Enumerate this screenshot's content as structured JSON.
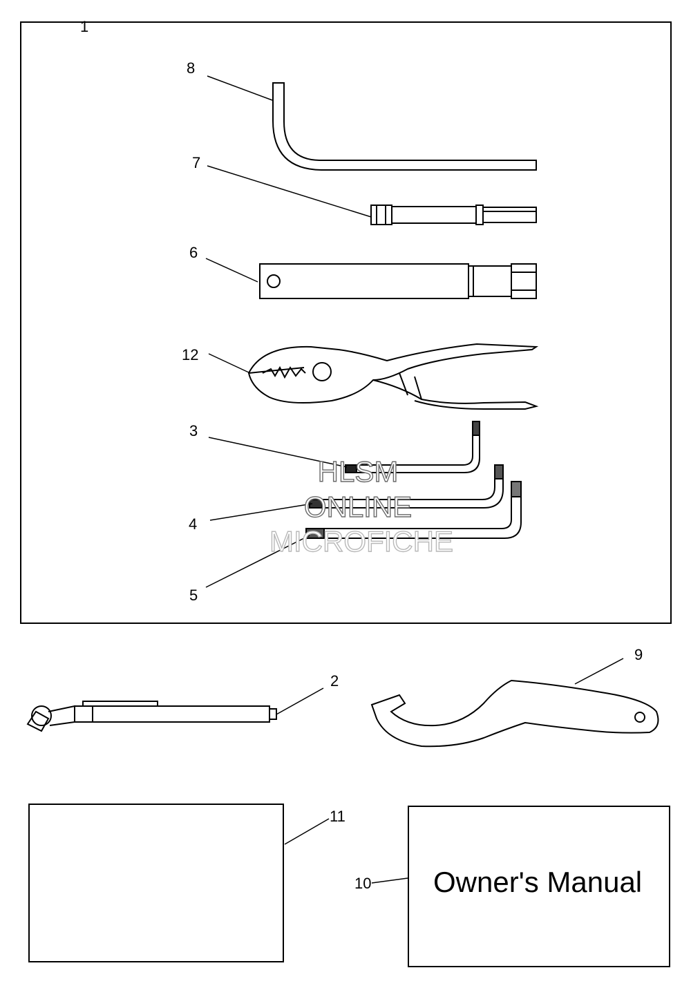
{
  "callouts": {
    "c1": "1",
    "c2": "2",
    "c3": "3",
    "c4": "4",
    "c5": "5",
    "c6": "6",
    "c7": "7",
    "c8": "8",
    "c9": "9",
    "c10": "10",
    "c11": "11",
    "c12": "12"
  },
  "manual_label": "Owner's Manual",
  "watermark": {
    "line1": "HLSM",
    "line2": "ONLINE",
    "line3": "MICROFICHE"
  },
  "colors": {
    "line": "#000000",
    "background": "#ffffff",
    "watermark_stroke": "#6a6a6a"
  }
}
